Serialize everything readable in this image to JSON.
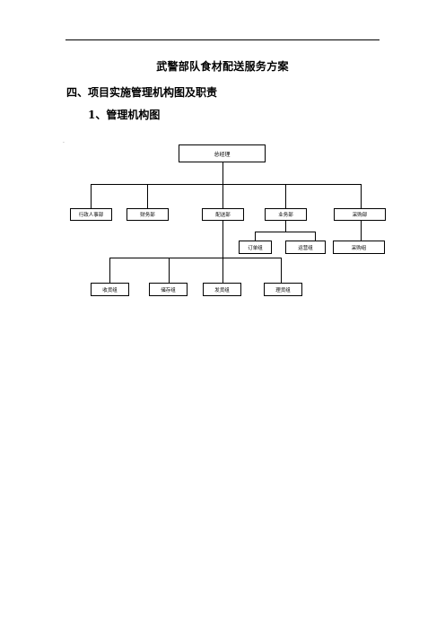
{
  "header_rule": true,
  "title": "武警部队食材配送服务方案",
  "section_heading": "四、项目实施管理机构图及职责",
  "subsection_heading": "1、管理机构图",
  "org_chart": {
    "root": "总经理",
    "departments": [
      "行政人事部",
      "财务部",
      "配送部",
      "业务部",
      "采购部"
    ],
    "business_groups": [
      "订单组",
      "运营组"
    ],
    "purchase_groups": [
      "采购组"
    ],
    "delivery_groups": [
      "收货组",
      "储存组",
      "发货组",
      "理货组"
    ]
  }
}
